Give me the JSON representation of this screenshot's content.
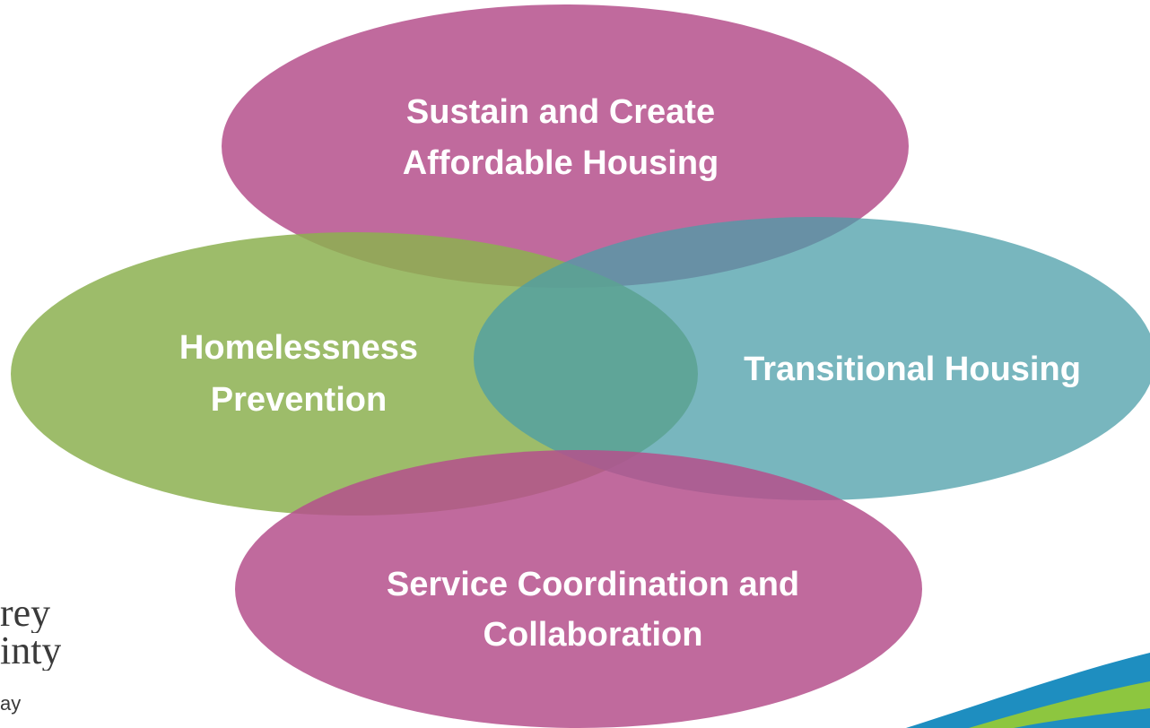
{
  "diagram": {
    "circles": [
      {
        "id": "top",
        "label_lines": [
          "Sustain and Create",
          "Affordable Housing"
        ],
        "color": "#b5508c"
      },
      {
        "id": "left",
        "label_lines": [
          "Homelessness",
          "Prevention"
        ],
        "color": "#8cb050"
      },
      {
        "id": "right",
        "label_lines": [
          "Transitional Housing"
        ],
        "color": "#4b9ea8"
      },
      {
        "id": "bottom",
        "label_lines": [
          "Service Coordination and",
          "Collaboration"
        ],
        "color": "#b5508c"
      }
    ],
    "label_color": "#ffffff"
  },
  "logo": {
    "line1": "rey",
    "line2": "inty",
    "tagline": "ay"
  },
  "colors": {
    "swoosh_blue": "#1e8ec0",
    "swoosh_green": "#8dc63f"
  }
}
